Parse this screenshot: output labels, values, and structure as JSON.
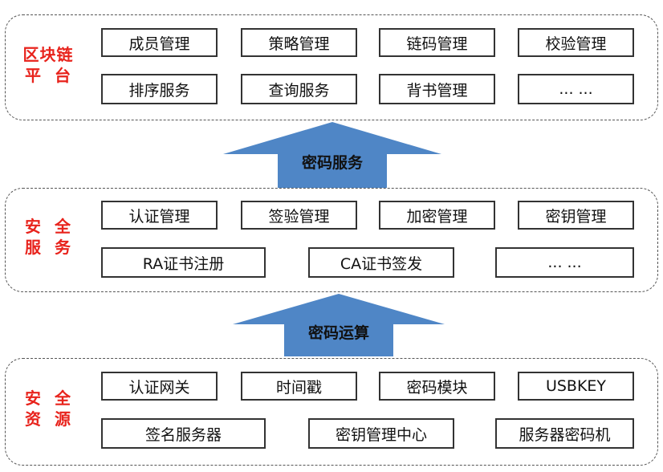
{
  "layers": {
    "blockchain": {
      "label_line1": "区块链",
      "label_line2": "平  台",
      "row1": [
        "成员管理",
        "策略管理",
        "链码管理",
        "校验管理"
      ],
      "row2": [
        "排序服务",
        "查询服务",
        "背书管理",
        "... ..."
      ]
    },
    "security_service": {
      "label_line1": "安  全",
      "label_line2": "服  务",
      "row1": [
        "认证管理",
        "签验管理",
        "加密管理",
        "密钥管理"
      ],
      "row2": [
        "RA证书注册",
        "CA证书签发",
        "... ..."
      ]
    },
    "security_resource": {
      "label_line1": "安  全",
      "label_line2": "资  源",
      "row1": [
        "认证网关",
        "时间戳",
        "密码模块",
        "USBKEY"
      ],
      "row2": [
        "签名服务器",
        "密钥管理中心",
        "服务器密码机"
      ]
    }
  },
  "arrows": {
    "upper": "密码服务",
    "lower": "密码运算"
  },
  "colors": {
    "label_red": "#e8231c",
    "arrow_blue": "#4f86c6",
    "border": "#333333"
  }
}
